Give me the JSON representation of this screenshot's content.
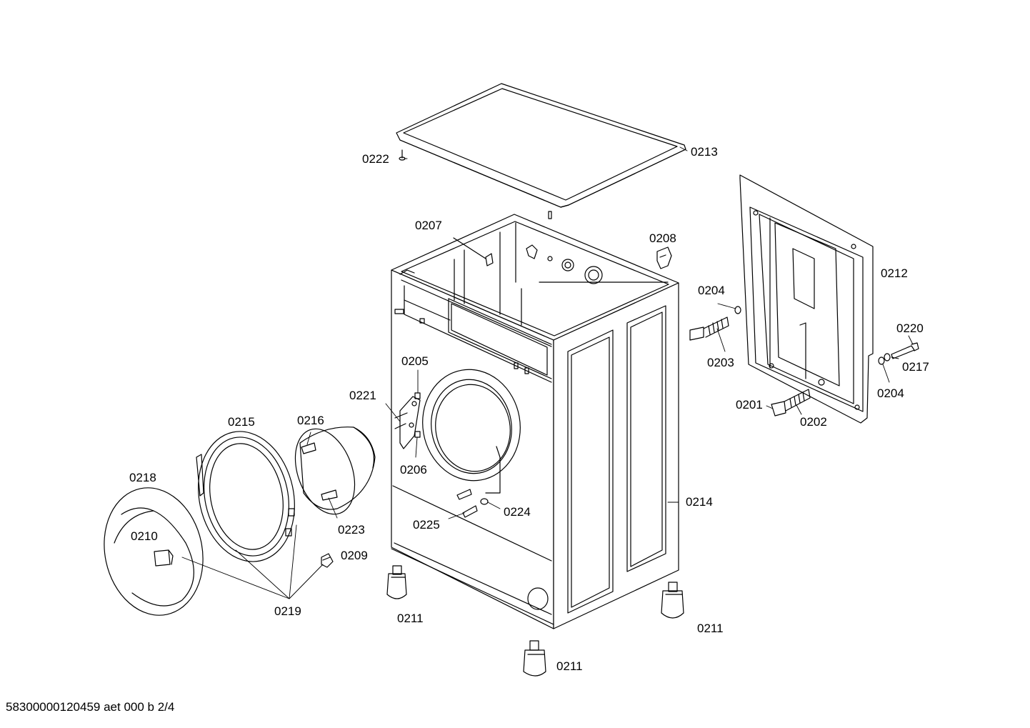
{
  "colors": {
    "line": "#000000",
    "background": "#ffffff"
  },
  "part_labels": {
    "p0222": "0222",
    "p0213": "0213",
    "p0207": "0207",
    "p0208": "0208",
    "p0212": "0212",
    "p0204a": "0204",
    "p0203": "0203",
    "p0220": "0220",
    "p0217": "0217",
    "p0204b": "0204",
    "p0201": "0201",
    "p0202": "0202",
    "p0205": "0205",
    "p0221": "0221",
    "p0206": "0206",
    "p0215": "0215",
    "p0216": "0216",
    "p0218": "0218",
    "p0210": "0210",
    "p0223": "0223",
    "p0209": "0209",
    "p0219": "0219",
    "p0224": "0224",
    "p0225": "0225",
    "p0214": "0214",
    "p0211a": "0211",
    "p0211b": "0211",
    "p0211c": "0211"
  },
  "footer": {
    "drawing_id": "58300000120459 aet 000 b 2/4"
  }
}
